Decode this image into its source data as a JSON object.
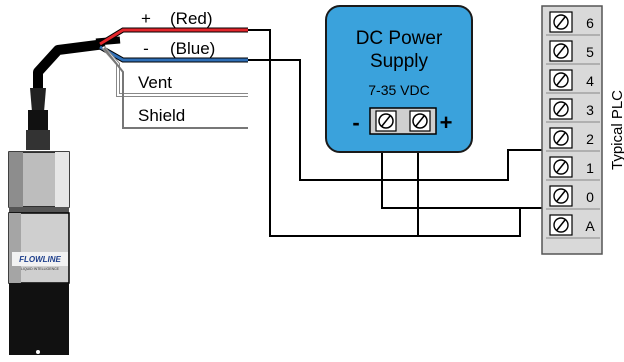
{
  "wires": {
    "red_sign": "+",
    "red_label": "(Red)",
    "blue_sign": "-",
    "blue_label": "(Blue)",
    "vent_label": "Vent",
    "shield_label": "Shield"
  },
  "power_supply": {
    "title_line1": "DC Power",
    "title_line2": "Supply",
    "voltage": "7-35 VDC",
    "neg_sign": "-",
    "pos_sign": "+"
  },
  "plc": {
    "title": "Typical PLC",
    "terminals": [
      "6",
      "5",
      "4",
      "3",
      "2",
      "1",
      "0",
      "A"
    ]
  },
  "sensor": {
    "logo_text": "FLOWLINE",
    "logo_subtext": "LIQUID INTELLIGENCE"
  },
  "colors": {
    "red_wire": "#e3262b",
    "blue_wire": "#2f6fb7",
    "power_supply": "#3aa2dc",
    "plc_body": "#d9d9d9"
  }
}
